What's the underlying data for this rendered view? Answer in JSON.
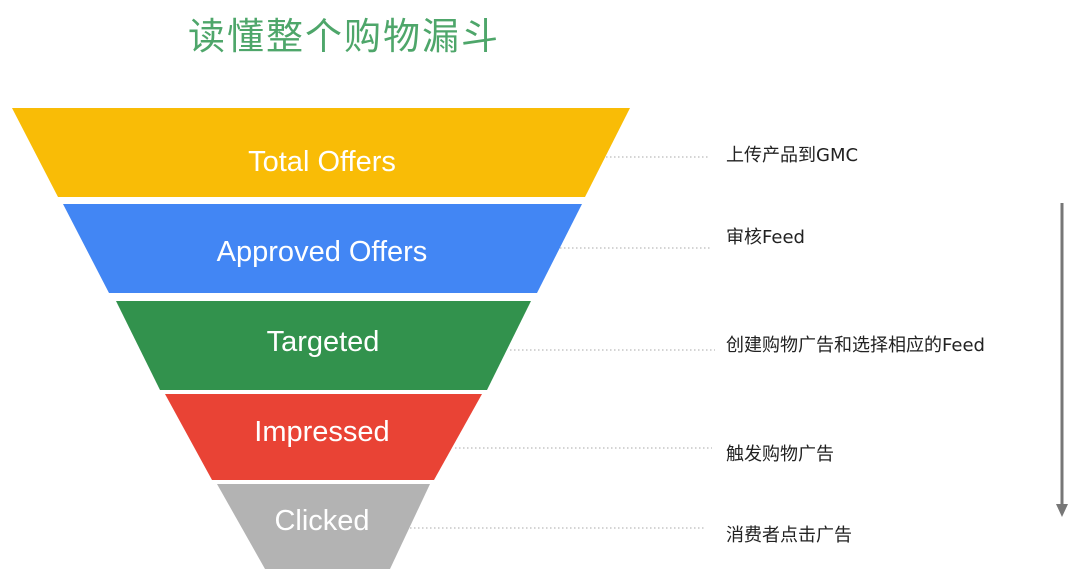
{
  "title": "读懂整个购物漏斗",
  "colors": {
    "title": "#4ea66a",
    "total_offers": "#f9bc06",
    "approved_offers": "#4286f4",
    "targeted": "#32924d",
    "impressed": "#e94335",
    "clicked": "#b3b3b3",
    "connector": "#a8a8a8",
    "arrow": "#777777"
  },
  "funnel": {
    "stages": [
      {
        "label": "Total Offers",
        "step": "上传产品到GMC"
      },
      {
        "label": "Approved Offers",
        "step": "审核Feed"
      },
      {
        "label": "Targeted",
        "step": "创建购物广告和选择相应的Feed"
      },
      {
        "label": "Impressed",
        "step": "触发购物广告"
      },
      {
        "label": "Clicked",
        "step": "消费者点击广告"
      }
    ]
  },
  "flow_arrow": {
    "direction": "down",
    "icon": "arrow-down-icon"
  }
}
